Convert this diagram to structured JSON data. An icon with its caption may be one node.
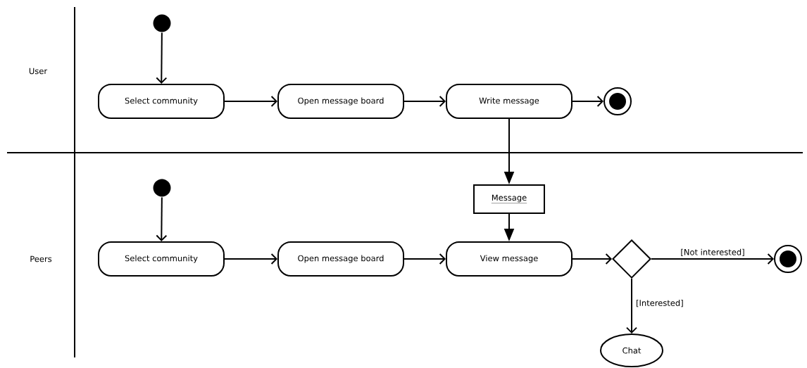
{
  "diagram": {
    "nodes": [
      {
        "text": [],
        "shape": "circle"
      },
      {
        "text": [
          "Select community"
        ]
      },
      {
        "text": [
          "Open message board"
        ]
      },
      {
        "text": [
          "Write message"
        ]
      },
      {
        "text": [],
        "shape": "circle"
      },
      {
        "text": [
          "Message"
        ]
      },
      {
        "text": [],
        "shape": "circle"
      },
      {
        "text": [
          "Select community"
        ]
      },
      {
        "text": [
          "Open message board"
        ]
      },
      {
        "text": [
          "View message"
        ]
      },
      {
        "text": [],
        "shape": "diamond"
      },
      {
        "text": [],
        "shape": "circle"
      },
      {
        "text": [
          "Chat"
        ]
      }
    ],
    "edges": [
      {
        "from": 0,
        "to": 1,
        "arrow": "to"
      },
      {
        "from": 1,
        "to": 2,
        "arrow": "to"
      },
      {
        "from": 2,
        "to": 3,
        "arrow": "to"
      },
      {
        "from": 3,
        "to": 4,
        "arrow": "to"
      },
      {
        "from": 3,
        "to": 5,
        "arrow": "to"
      },
      {
        "from": 5,
        "to": 9,
        "arrow": "to"
      },
      {
        "from": 6,
        "to": 7,
        "arrow": "to"
      },
      {
        "from": 7,
        "to": 8,
        "arrow": "to"
      },
      {
        "from": 8,
        "to": 9,
        "arrow": "to"
      },
      {
        "from": 9,
        "to": 10,
        "arrow": "to"
      },
      {
        "from": 10,
        "to": 11,
        "label": "[Not interested]",
        "arrow": "to"
      },
      {
        "from": 10,
        "to": 12,
        "label": "[Interested]",
        "arrow": "to"
      }
    ],
    "labels": [
      "User",
      "Peers"
    ]
  }
}
